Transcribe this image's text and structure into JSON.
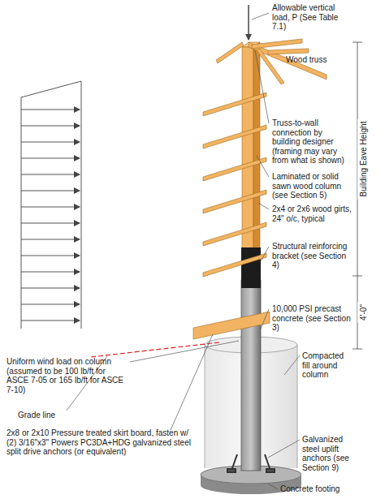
{
  "diagram": {
    "labels": [
      "Allowable vertical load, P (See Table 7.1)",
      "Wood truss",
      "Truss-to-wall connection by building designer (framing may vary from what is shown)",
      "Laminated or solid sawn wood column (see Section 5)",
      "2x4 or 2x6 wood girts, 24\" o/c, typical",
      "Structural reinforcing bracket (see Section 4)",
      "10,000 PSI precast concrete (see Section 3)",
      "Compacted fill around column",
      "Galvanized steel uplift anchors (see Section 9)",
      "Concrete footing",
      "Uniform wind load on column (assumed to be 100 lb/ft for ASCE 7-05 or 165 lb/ft for ASCE 7-10)",
      "Grade line",
      "2x8 or 2x10 Pressure treated skirt board, fasten w/ (2) 3/16\"x3\" Powers PC3DA+HDG galvanized steel split drive anchors (or equivalent)",
      "Building Eave Height",
      "4'-0\""
    ]
  }
}
